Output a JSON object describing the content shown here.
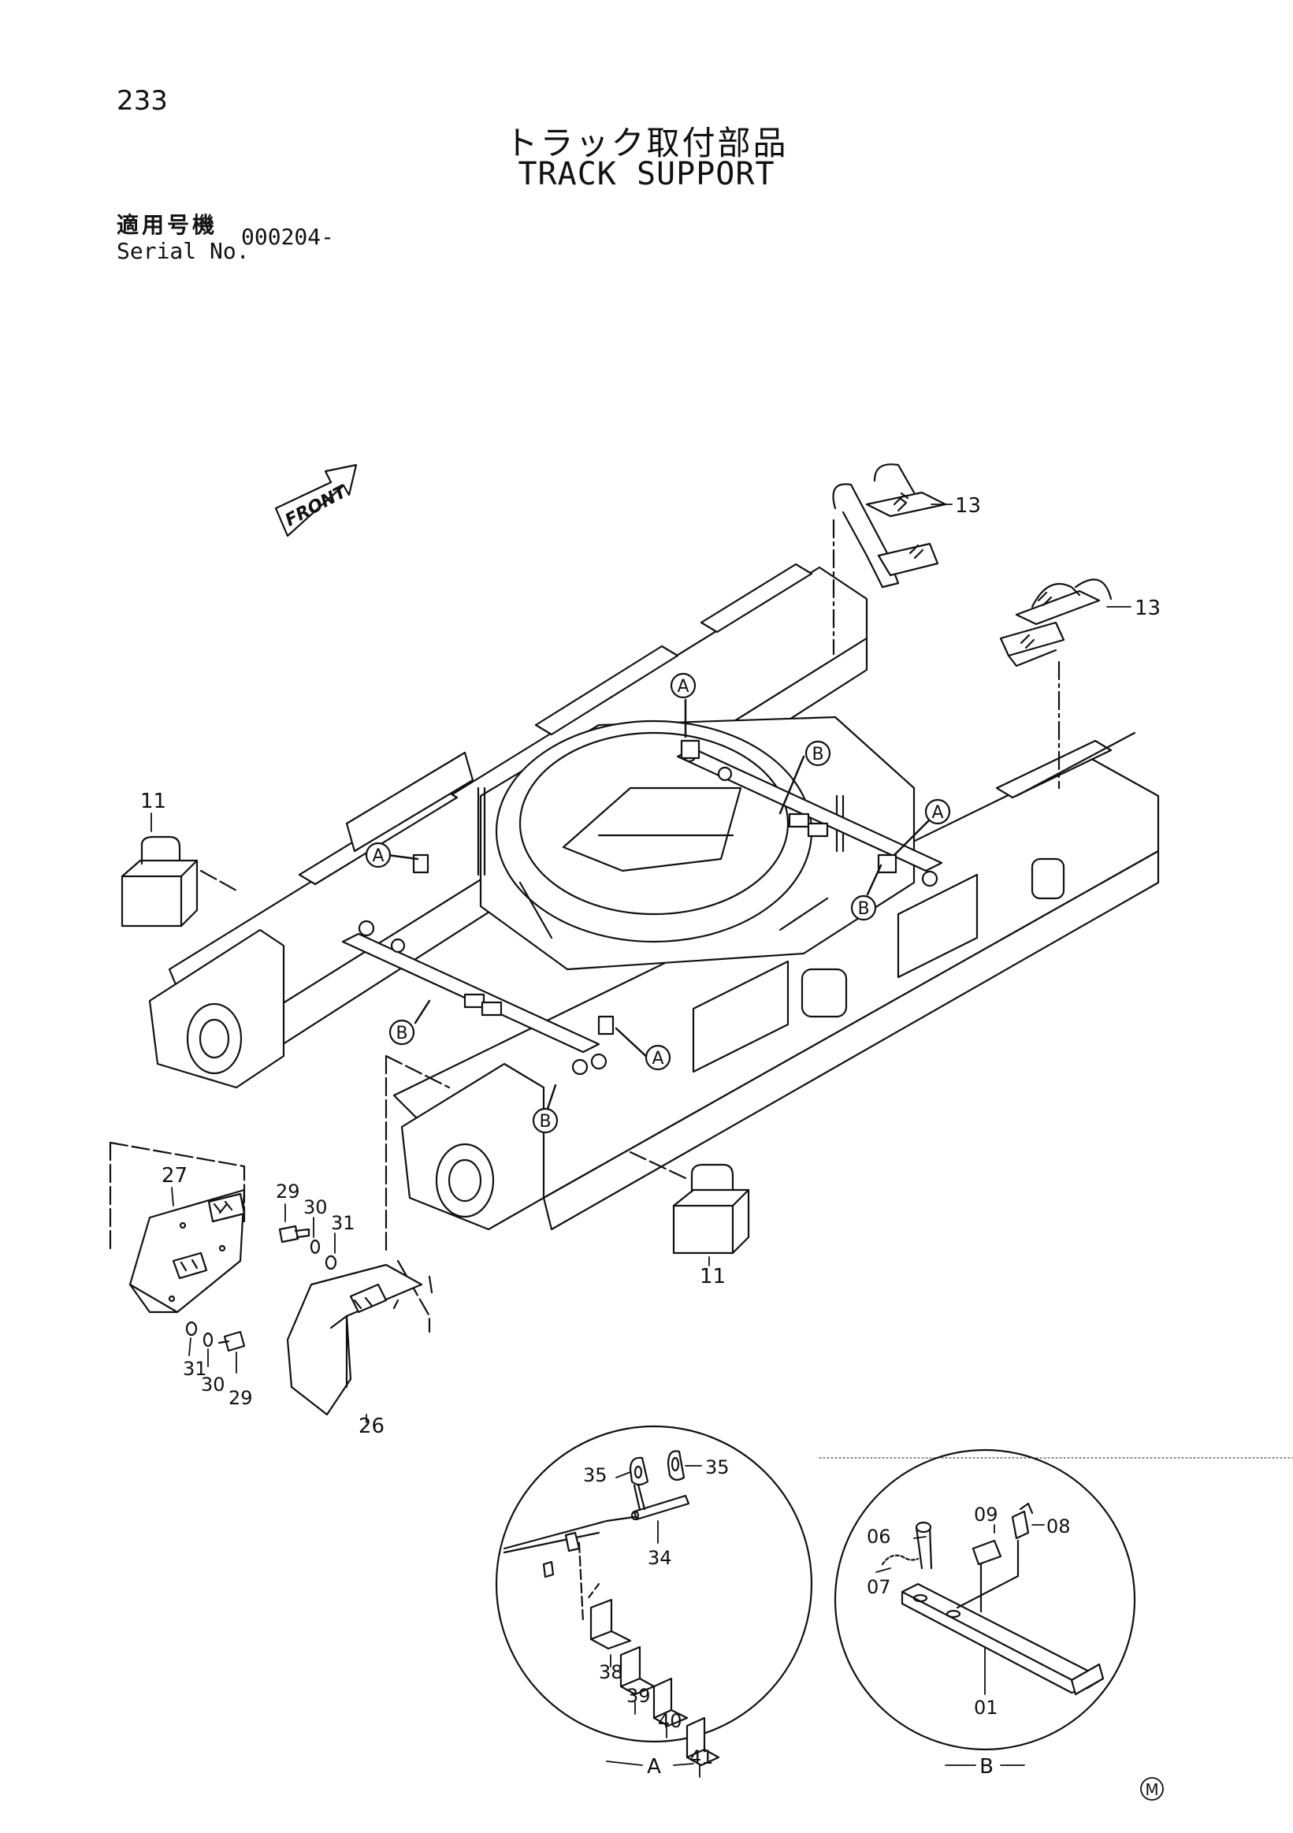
{
  "page_number": "233",
  "title_jp": "トラック取付部品",
  "title_en": "TRACK SUPPORT",
  "serial": {
    "label_jp": "適用号機",
    "label_en": "Serial No.",
    "value": "000204-"
  },
  "front_label": "FRONT",
  "part_numbers": {
    "p13a": "13",
    "p13b": "13",
    "p11a": "11",
    "p11b": "11",
    "p27": "27",
    "p26": "26",
    "p29a": "29",
    "p30a": "30",
    "p31a": "31",
    "p29b": "29",
    "p30b": "30",
    "p31b": "31",
    "p35a": "35",
    "p35b": "35",
    "p34": "34",
    "p38": "38",
    "p39": "39",
    "p40": "40",
    "p41": "41",
    "p06": "06",
    "p07": "07",
    "p08": "08",
    "p09": "09",
    "p01": "01"
  },
  "detail_refs": {
    "a1": "A",
    "a2": "A",
    "a3": "A",
    "a4": "A",
    "b1": "B",
    "b2": "B",
    "b3": "B",
    "b4": "B",
    "detail_a": "A",
    "detail_b": "B"
  },
  "mark": "M"
}
